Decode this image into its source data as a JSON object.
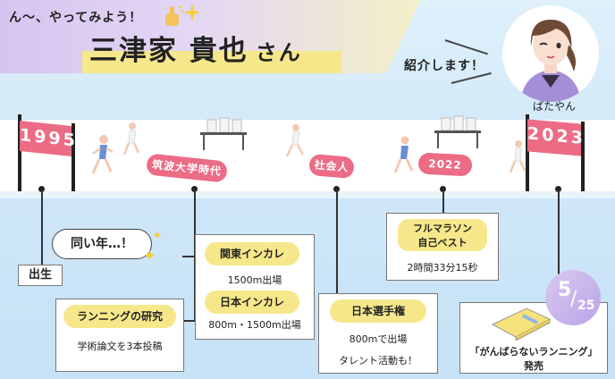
{
  "header": {
    "catch": "ん〜、やってみよう！",
    "name_main": "三津家 貴也",
    "name_suffix": "さん",
    "intro": "紹介します！",
    "hand_icon": "pointing-hand-icon"
  },
  "avatar": {
    "name": "ぱたやん"
  },
  "track": {
    "flag_start": "1995",
    "flag_end": "2023",
    "pill_tsukuba": "筑波大学時代",
    "pill_shakaijin": "社会人",
    "pill_2022": "2022"
  },
  "events": {
    "birth": "出生",
    "bubble": "同い年…！",
    "research_title": "ランニングの研究",
    "research_text": "学術論文を3本投稿",
    "kanto_title": "関東インカレ",
    "kanto_text": "1500m出場",
    "japan_title": "日本インカレ",
    "japan_text": "800m・1500m出場",
    "national_title": "日本選手権",
    "national_text1": "800mで出場",
    "national_text2": "タレント活動も！",
    "marathon_title1": "フルマラソン",
    "marathon_title2": "自己ベスト",
    "marathon_text": "2時間33分15秒",
    "book_text": "「がんばらないランニング」",
    "book_text2": "発売",
    "date_month": "5",
    "date_day": "25"
  },
  "colors": {
    "pink": "#ec6b85",
    "yellow": "#f6e88a",
    "lavender": "#c8b4ec"
  }
}
